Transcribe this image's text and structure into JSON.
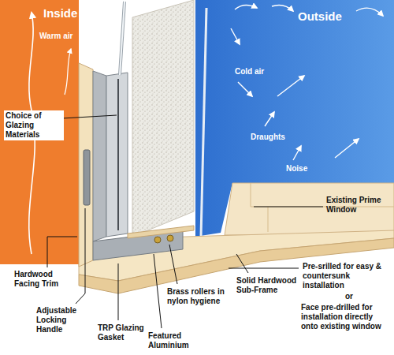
{
  "diagram": {
    "nodes": [
      {
        "text": [
          "Inside",
          "Warm air"
        ]
      },
      {
        "text": [
          "Outside",
          "Cold air",
          "Draughts",
          "Noise"
        ]
      }
    ],
    "labels": [
      "Choice of Glazing Materials",
      "Existing Prime Window",
      "Hardwood Facing Trim",
      "Adjustable Locking Handle",
      "TRP Glazing Gasket",
      "Featured Aluminium",
      "Brass rollers in nylon hygiene",
      "Solid Hardwood Sub-Frame",
      "Pre-srilled for easy & countersunk installation",
      "or",
      "Face pre-drilled for installation directly onto existing window"
    ]
  }
}
